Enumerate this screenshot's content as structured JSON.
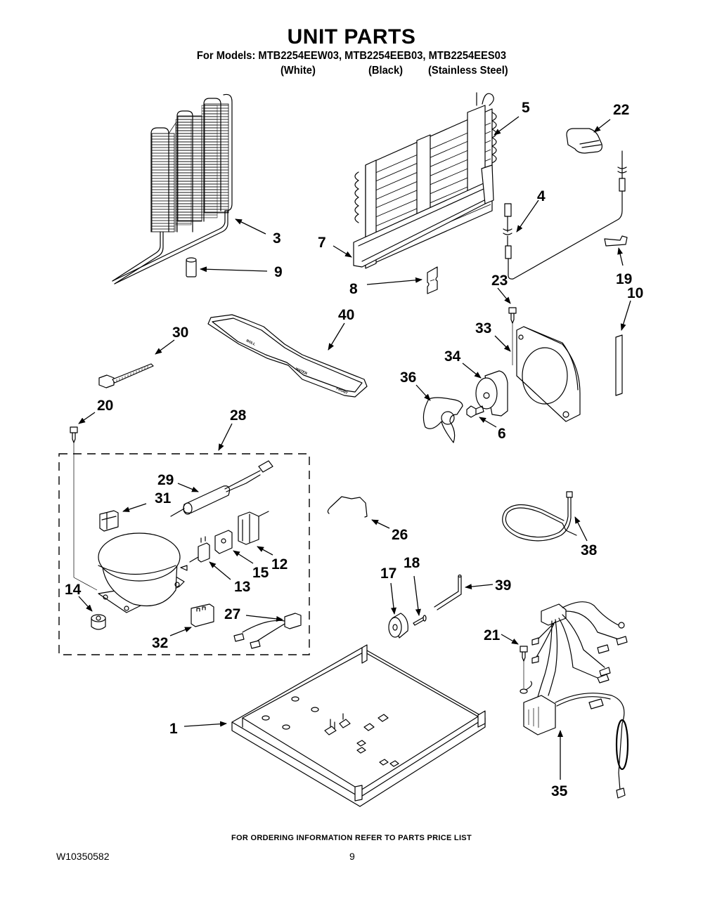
{
  "header": {
    "title": "UNIT PARTS",
    "models_line": "For Models: MTB2254EEW03, MTB2254EEB03, MTB2254EES03",
    "variants": [
      "(White)",
      "(Black)",
      "(Stainless Steel)"
    ]
  },
  "callouts": {
    "p1": "1",
    "p3": "3",
    "p4": "4",
    "p5": "5",
    "p6": "6",
    "p7": "7",
    "p8": "8",
    "p9": "9",
    "p10": "10",
    "p12": "12",
    "p13": "13",
    "p14": "14",
    "p15": "15",
    "p17": "17",
    "p18": "18",
    "p19": "19",
    "p20": "20",
    "p21": "21",
    "p22": "22",
    "p23": "23",
    "p26": "26",
    "p27": "27",
    "p28": "28",
    "p29": "29",
    "p30": "30",
    "p31": "31",
    "p32": "32",
    "p33": "33",
    "p34": "34",
    "p35": "35",
    "p36": "36",
    "p38": "38",
    "p39": "39",
    "p40": "40"
  },
  "footer": {
    "ordering_note": "FOR ORDERING INFORMATION REFER TO PARTS PRICE LIST",
    "document_number": "W10350582",
    "page_number": "9"
  }
}
